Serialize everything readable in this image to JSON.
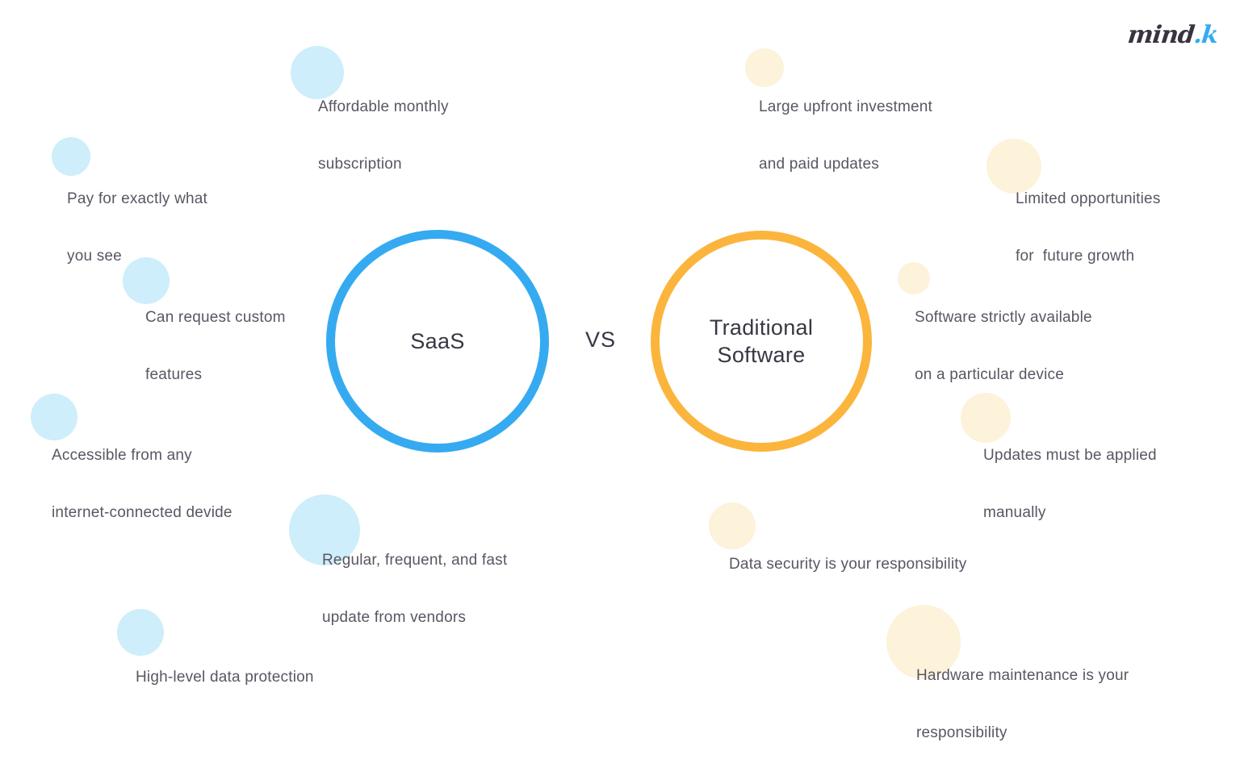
{
  "logo": {
    "part_dark": "mind",
    "part_accent": ".k"
  },
  "center": {
    "left_circle_label": "SaaS",
    "vs_label": "VS",
    "right_circle_label_line1": "Traditional",
    "right_circle_label_line2": "Software"
  },
  "colors": {
    "saas_circle_border": "#35aaf0",
    "traditional_circle_border": "#fbb53d",
    "saas_bullet_fill": "#cdeefa",
    "traditional_bullet_fill": "#fdf2da",
    "heading_text": "#3a3543",
    "body_text": "#5b5563",
    "logo_dark": "#38333f",
    "logo_accent": "#35aaf4",
    "background": "#ffffff"
  },
  "saas_items": [
    {
      "lines": [
        "Affordable monthly",
        "subscription"
      ]
    },
    {
      "lines": [
        "Pay for exactly what",
        "you see"
      ]
    },
    {
      "lines": [
        "Can request custom",
        "features"
      ]
    },
    {
      "lines": [
        "Accessible from any",
        "internet-connected devide"
      ]
    },
    {
      "lines": [
        "Regular, frequent, and fast",
        "update from vendors"
      ]
    },
    {
      "lines": [
        "High-level data protection"
      ]
    }
  ],
  "traditional_items": [
    {
      "lines": [
        "Large upfront investment",
        "and paid updates"
      ]
    },
    {
      "lines": [
        "Limited opportunities",
        "for  future growth"
      ]
    },
    {
      "lines": [
        "Software strictly available",
        "on a particular device"
      ]
    },
    {
      "lines": [
        "Updates must be applied",
        "manually"
      ]
    },
    {
      "lines": [
        "Data security is your responsibility"
      ]
    },
    {
      "lines": [
        "Hardware maintenance is your",
        "responsibility"
      ]
    }
  ]
}
